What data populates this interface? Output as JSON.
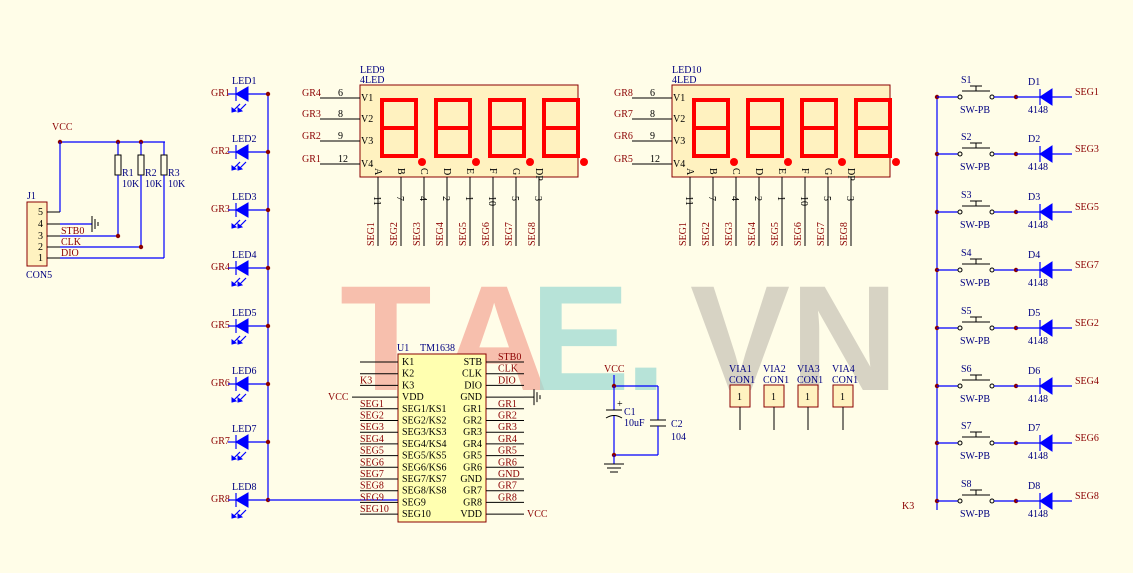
{
  "watermark": {
    "letters": [
      "T",
      "A",
      "E",
      ".",
      "V",
      "N"
    ],
    "colors": [
      "#f4a99a",
      "#f4a99a",
      "#9fd9d3",
      "#9fd9d3",
      "#c9c4b8",
      "#c9c4b8"
    ]
  },
  "colors": {
    "background": "#fffde8",
    "wire": "#0000ff",
    "net_label": "#8b0000",
    "designator": "#000080",
    "segment": "#ff0000",
    "display_body": "#fff2c0",
    "ic_body": "#ffffb0"
  },
  "connector": {
    "designator": "J1",
    "value": "CON5",
    "vcc": "VCC",
    "pins": [
      "5",
      "4",
      "3",
      "2",
      "1"
    ],
    "nets": [
      "STB0",
      "CLK",
      "DIO"
    ],
    "resistors": [
      {
        "designator": "R1",
        "value": "10K"
      },
      {
        "designator": "R2",
        "value": "10K"
      },
      {
        "designator": "R3",
        "value": "10K"
      }
    ]
  },
  "leds": [
    {
      "designator": "LED1",
      "net": "GR1"
    },
    {
      "designator": "LED2",
      "net": "GR2"
    },
    {
      "designator": "LED3",
      "net": "GR3"
    },
    {
      "designator": "LED4",
      "net": "GR4"
    },
    {
      "designator": "LED5",
      "net": "GR5"
    },
    {
      "designator": "LED6",
      "net": "GR6"
    },
    {
      "designator": "LED7",
      "net": "GR7"
    },
    {
      "designator": "LED8",
      "net": "GR8"
    }
  ],
  "displays": [
    {
      "designator": "LED9",
      "value": "4LED",
      "digit_inputs": [
        {
          "net": "GR4",
          "pin": "6",
          "label": "V1"
        },
        {
          "net": "GR3",
          "pin": "8",
          "label": "V2"
        },
        {
          "net": "GR2",
          "pin": "9",
          "label": "V3"
        },
        {
          "net": "GR1",
          "pin": "12",
          "label": "V4"
        }
      ],
      "segments": [
        {
          "label": "A",
          "pin": "11",
          "net": "SEG1"
        },
        {
          "label": "B",
          "pin": "7",
          "net": "SEG2"
        },
        {
          "label": "C",
          "pin": "4",
          "net": "SEG3"
        },
        {
          "label": "D",
          "pin": "2",
          "net": "SEG4"
        },
        {
          "label": "E",
          "pin": "1",
          "net": "SEG5"
        },
        {
          "label": "F",
          "pin": "10",
          "net": "SEG6"
        },
        {
          "label": "G",
          "pin": "5",
          "net": "SEG7"
        },
        {
          "label": "DP",
          "pin": "3",
          "net": "SEG8"
        }
      ]
    },
    {
      "designator": "LED10",
      "value": "4LED",
      "digit_inputs": [
        {
          "net": "GR8",
          "pin": "6",
          "label": "V1"
        },
        {
          "net": "GR7",
          "pin": "8",
          "label": "V2"
        },
        {
          "net": "GR6",
          "pin": "9",
          "label": "V3"
        },
        {
          "net": "GR5",
          "pin": "12",
          "label": "V4"
        }
      ],
      "segments": [
        {
          "label": "A",
          "pin": "11",
          "net": "SEG1"
        },
        {
          "label": "B",
          "pin": "7",
          "net": "SEG2"
        },
        {
          "label": "C",
          "pin": "4",
          "net": "SEG3"
        },
        {
          "label": "D",
          "pin": "2",
          "net": "SEG4"
        },
        {
          "label": "E",
          "pin": "1",
          "net": "SEG5"
        },
        {
          "label": "F",
          "pin": "10",
          "net": "SEG6"
        },
        {
          "label": "G",
          "pin": "5",
          "net": "SEG7"
        },
        {
          "label": "DP",
          "pin": "3",
          "net": "SEG8"
        }
      ]
    }
  ],
  "ic": {
    "designator": "U1",
    "value": "TM1638",
    "left_pins": [
      {
        "name": "K1",
        "net": ""
      },
      {
        "name": "K2",
        "net": ""
      },
      {
        "name": "K3",
        "net": "K3"
      },
      {
        "name": "VDD",
        "net": "VCC"
      },
      {
        "name": "SEG1/KS1",
        "net": "SEG1"
      },
      {
        "name": "SEG2/KS2",
        "net": "SEG2"
      },
      {
        "name": "SEG3/KS3",
        "net": "SEG3"
      },
      {
        "name": "SEG4/KS4",
        "net": "SEG4"
      },
      {
        "name": "SEG5/KS5",
        "net": "SEG5"
      },
      {
        "name": "SEG6/KS6",
        "net": "SEG6"
      },
      {
        "name": "SEG7/KS7",
        "net": "SEG7"
      },
      {
        "name": "SEG8/KS8",
        "net": "SEG8"
      },
      {
        "name": "SEG9",
        "net": "SEG9"
      },
      {
        "name": "SEG10",
        "net": "SEG10"
      }
    ],
    "right_pins": [
      {
        "name": "STB",
        "net": "STB0"
      },
      {
        "name": "CLK",
        "net": "CLK"
      },
      {
        "name": "DIO",
        "net": "DIO"
      },
      {
        "name": "GND",
        "net": ""
      },
      {
        "name": "GR1",
        "net": "GR1"
      },
      {
        "name": "GR2",
        "net": "GR2"
      },
      {
        "name": "GR3",
        "net": "GR3"
      },
      {
        "name": "GR4",
        "net": "GR4"
      },
      {
        "name": "GR5",
        "net": "GR5"
      },
      {
        "name": "GR6",
        "net": "GR6"
      },
      {
        "name": "GND",
        "net": "GND"
      },
      {
        "name": "GR7",
        "net": "GR7"
      },
      {
        "name": "GR8",
        "net": "GR8"
      },
      {
        "name": "VDD",
        "net": "VCC"
      }
    ]
  },
  "power": {
    "vcc": "VCC",
    "c1": {
      "designator": "C1",
      "value": "10uF"
    },
    "c2": {
      "designator": "C2",
      "value": "104"
    }
  },
  "vias": [
    {
      "designator": "VIA1",
      "value": "CON1"
    },
    {
      "designator": "VIA2",
      "value": "CON1"
    },
    {
      "designator": "VIA3",
      "value": "CON1"
    },
    {
      "designator": "VIA4",
      "value": "CON1"
    }
  ],
  "keys": {
    "net": "K3",
    "rows": [
      {
        "switch": "S1",
        "value": "SW-PB",
        "diode": "D1",
        "diode_value": "4148",
        "net": "SEG1"
      },
      {
        "switch": "S2",
        "value": "SW-PB",
        "diode": "D2",
        "diode_value": "4148",
        "net": "SEG3"
      },
      {
        "switch": "S3",
        "value": "SW-PB",
        "diode": "D3",
        "diode_value": "4148",
        "net": "SEG5"
      },
      {
        "switch": "S4",
        "value": "SW-PB",
        "diode": "D4",
        "diode_value": "4148",
        "net": "SEG7"
      },
      {
        "switch": "S5",
        "value": "SW-PB",
        "diode": "D5",
        "diode_value": "4148",
        "net": "SEG2"
      },
      {
        "switch": "S6",
        "value": "SW-PB",
        "diode": "D6",
        "diode_value": "4148",
        "net": "SEG4"
      },
      {
        "switch": "S7",
        "value": "SW-PB",
        "diode": "D7",
        "diode_value": "4148",
        "net": "SEG6"
      },
      {
        "switch": "S8",
        "value": "SW-PB",
        "diode": "D8",
        "diode_value": "4148",
        "net": "SEG8"
      }
    ]
  }
}
